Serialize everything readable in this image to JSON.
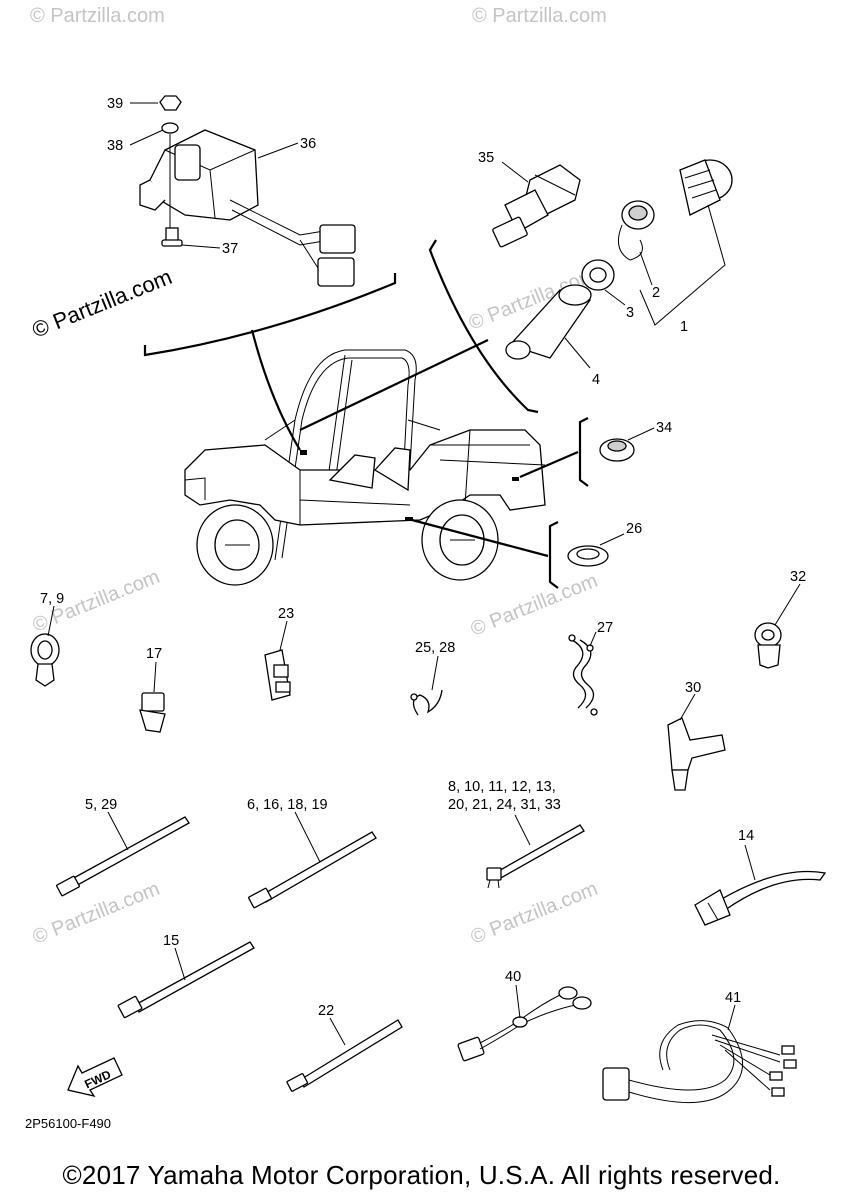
{
  "watermarks": {
    "main": "© Partzilla.com",
    "faint": "© Partzilla.com"
  },
  "callouts": {
    "c1": "1",
    "c2": "2",
    "c3": "3",
    "c4": "4",
    "c5_29": "5, 29",
    "c6_16_18_19": "6, 16, 18, 19",
    "c7_9": "7, 9",
    "c8_line1": "8, 10, 11, 12, 13,",
    "c8_line2": "20, 21, 24, 31, 33",
    "c14": "14",
    "c15": "15",
    "c17": "17",
    "c22": "22",
    "c23": "23",
    "c25_28": "25, 28",
    "c26": "26",
    "c27": "27",
    "c30": "30",
    "c32": "32",
    "c34": "34",
    "c35": "35",
    "c36": "36",
    "c37": "37",
    "c38": "38",
    "c39": "39",
    "c40": "40",
    "c41": "41"
  },
  "fwd_label": "FWD",
  "diagram_code": "2P56100-F490",
  "copyright": "©2017 Yamaha Motor Corporation, U.S.A. All rights reserved.",
  "colors": {
    "line": "#000000",
    "watermark": "#c4c4c4",
    "background": "#ffffff"
  }
}
